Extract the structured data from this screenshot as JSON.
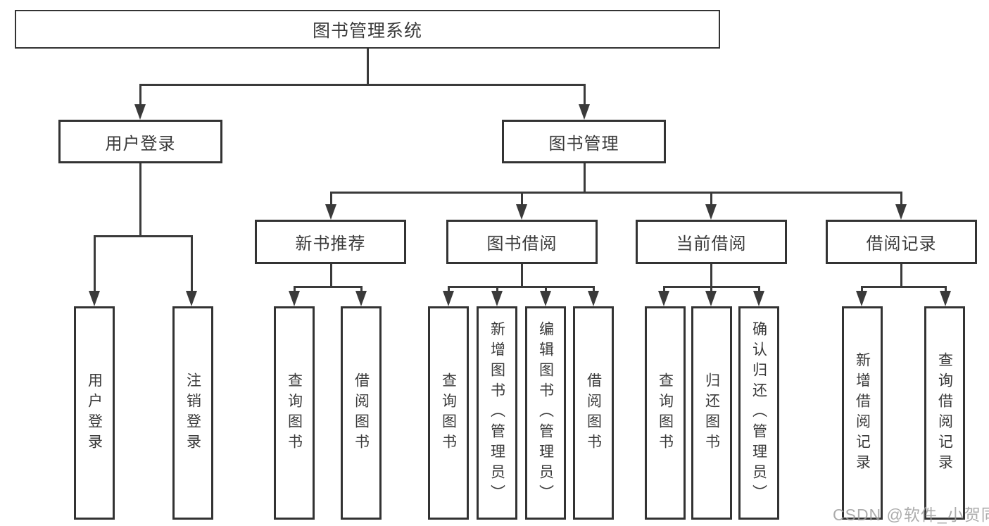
{
  "root": {
    "label": "图书管理系统"
  },
  "level2": [
    {
      "label": "用户登录"
    },
    {
      "label": "图书管理"
    }
  ],
  "level3": [
    {
      "label": "新书推荐"
    },
    {
      "label": "图书借阅"
    },
    {
      "label": "当前借阅"
    },
    {
      "label": "借阅记录"
    }
  ],
  "leaves": {
    "user_login": [
      "用户登录",
      "注销登录"
    ],
    "new_book_recommend": [
      "查询图书",
      "借阅图书"
    ],
    "book_borrow": [
      "查询图书",
      "新增图书（管理员）",
      "编辑图书（管理员）",
      "借阅图书"
    ],
    "current_borrow": [
      "查询图书",
      "归还图书",
      "确认归还（管理员）"
    ],
    "borrow_records": [
      "新增借阅记录",
      "查询借阅记录"
    ]
  },
  "watermark": "CSDN @软件_小贺同学",
  "colors": {
    "line": "#3a3a3a",
    "border": "#333333",
    "text": "#3a3a3a",
    "watermark": "#9e9e9e",
    "background": "#ffffff"
  }
}
